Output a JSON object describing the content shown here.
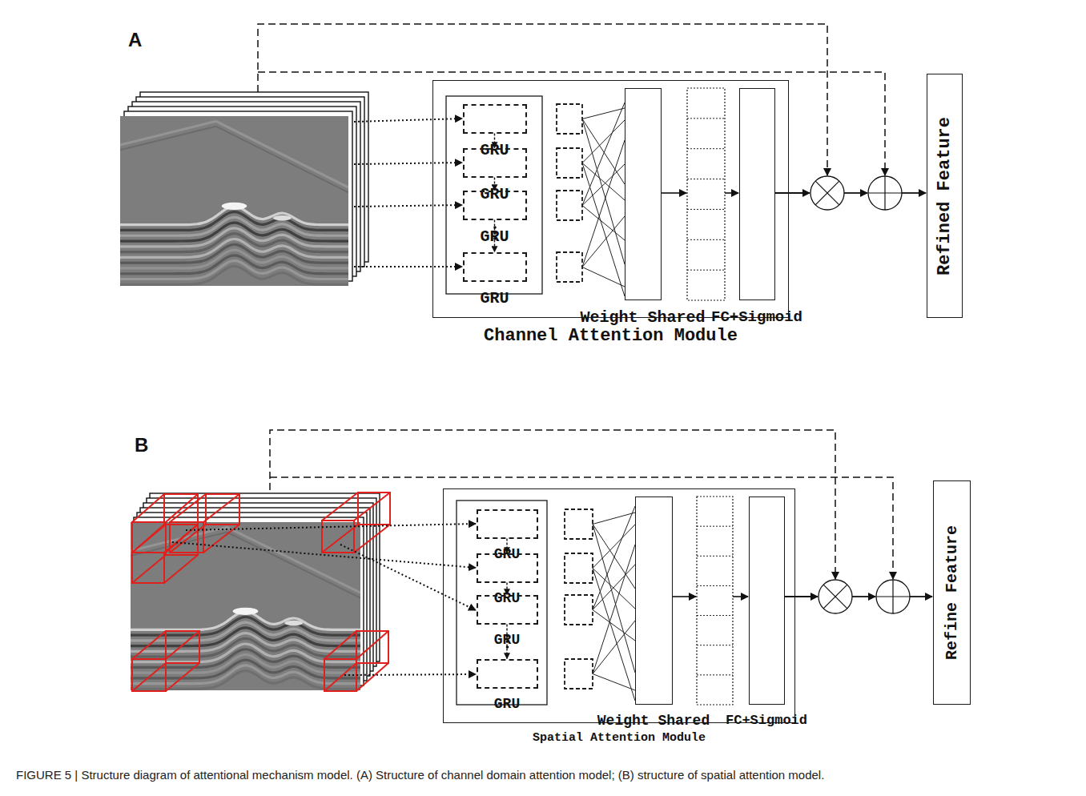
{
  "diagram": {
    "caption": "FIGURE 5 | Structure diagram of attentional mechanism model. (A) Structure of channel domain attention model; (B) structure of spatial attention model.",
    "nodes": [
      {
        "text": [
          "Channel Attention Module"
        ]
      },
      {
        "text": [
          "GRU"
        ],
        "in": 0
      },
      {
        "text": [
          "GRU"
        ],
        "in": 0
      },
      {
        "text": [
          "GRU"
        ],
        "in": 0
      },
      {
        "text": [
          "GRU"
        ],
        "in": 0
      },
      {
        "text": [
          "Weight Shared"
        ],
        "in": 0
      },
      {
        "text": [
          "FC+Sigmoid"
        ],
        "in": 0
      },
      {
        "text": [
          "Refined Feature"
        ]
      },
      {
        "text": [
          "Spatial Attention Module"
        ]
      },
      {
        "text": [
          "GRU"
        ],
        "in": 8
      },
      {
        "text": [
          "GRU"
        ],
        "in": 8
      },
      {
        "text": [
          "GRU"
        ],
        "in": 8
      },
      {
        "text": [
          "GRU"
        ],
        "in": 8
      },
      {
        "text": [
          "Weight Shared"
        ],
        "in": 8
      },
      {
        "text": [
          "FC+Sigmoid"
        ],
        "in": 8
      },
      {
        "text": [
          "Refine Feature"
        ]
      }
    ],
    "edges": [
      {
        "from": 1,
        "to": 2,
        "arrow": "to"
      },
      {
        "from": 2,
        "to": 3,
        "arrow": "to"
      },
      {
        "from": 3,
        "to": 4,
        "arrow": "to"
      },
      {
        "from": 9,
        "to": 10,
        "arrow": "to"
      },
      {
        "from": 10,
        "to": 11,
        "arrow": "to"
      },
      {
        "from": 11,
        "to": 12,
        "arrow": "to"
      }
    ],
    "labels": [
      "A",
      "B"
    ]
  }
}
